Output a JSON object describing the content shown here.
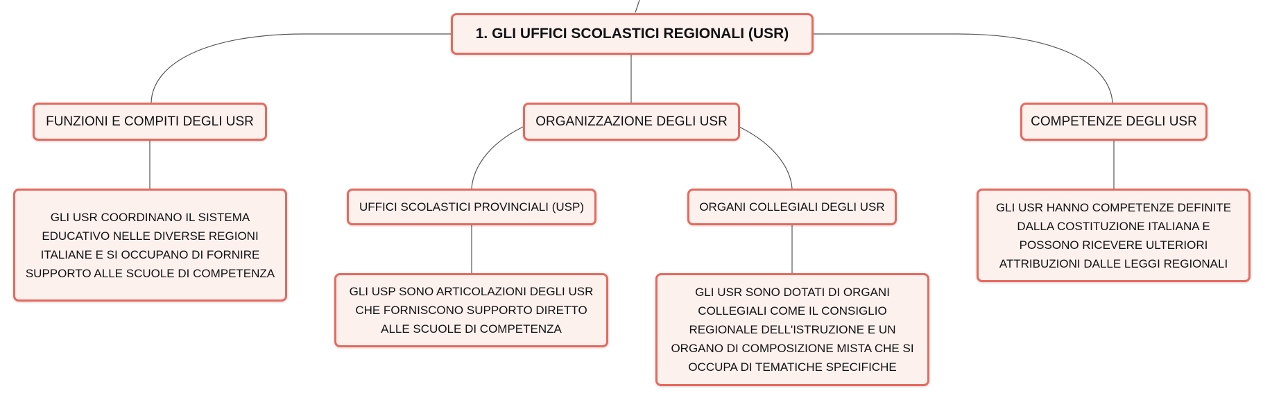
{
  "root": {
    "title": "1. GLI UFFICI SCOLASTICI REGIONALI (USR)"
  },
  "branches": {
    "funzioni": {
      "label": "FUNZIONI E COMPITI DEGLI USR",
      "detail": "GLI USR COORDINANO IL SISTEMA EDUCATIVO NELLE DIVERSE REGIONI ITALIANE E SI OCCUPANO DI FORNIRE SUPPORTO ALLE SCUOLE DI COMPETENZA"
    },
    "organizzazione": {
      "label": "ORGANIZZAZIONE DEGLI USR",
      "usp": {
        "label": "UFFICI SCOLASTICI PROVINCIALI (USP)",
        "detail": "GLI USP SONO ARTICOLAZIONI DEGLI USR CHE FORNISCONO SUPPORTO DIRETTO ALLE SCUOLE DI COMPETENZA"
      },
      "organi": {
        "label": "ORGANI COLLEGIALI DEGLI USR",
        "detail": "GLI USR SONO DOTATI DI ORGANI COLLEGIALI COME IL CONSIGLIO REGIONALE DELL'ISTRUZIONE E UN ORGANO DI COMPOSIZIONE MISTA CHE SI OCCUPA DI TEMATICHE SPECIFICHE"
      }
    },
    "competenze": {
      "label": "COMPETENZE DEGLI USR",
      "detail": "GLI USR HANNO COMPETENZE DEFINITE DALLA COSTITUZIONE ITALIANA E POSSONO RICEVERE ULTERIORI ATTRIBUZIONI DALLE LEGGI REGIONALI"
    }
  },
  "colors": {
    "node_fill": "#fdf1ee",
    "node_border": "#e8695d",
    "connector": "#555555"
  }
}
